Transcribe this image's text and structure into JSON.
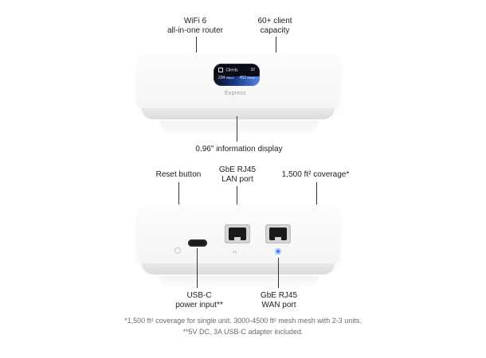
{
  "top_labels": {
    "wifi": "WiFi 6\nall-in-one router",
    "client_capacity": "60+ client\ncapacity",
    "display": "0.96\" information display"
  },
  "front_display": {
    "header_icon": "clients-icon",
    "header_label": "Clients",
    "header_value": "32",
    "down_value": "234",
    "down_unit": "Mbps",
    "up_value": "452",
    "up_unit": "Mbps"
  },
  "device_brand": "Express",
  "back_labels": {
    "reset": "Reset button",
    "lan": "GbE RJ45\nLAN port",
    "coverage": "1,500 ft² coverage*",
    "usbc": "USB-C\npower input**",
    "wan": "GbE RJ45\nWAN port"
  },
  "footnotes": {
    "line1": "*1,500 ft² coverage for single unit. 3000-4500 ft² mesh mesh with 2-3 units.",
    "line2": "**5V DC, 3A USB-C adapter included."
  }
}
